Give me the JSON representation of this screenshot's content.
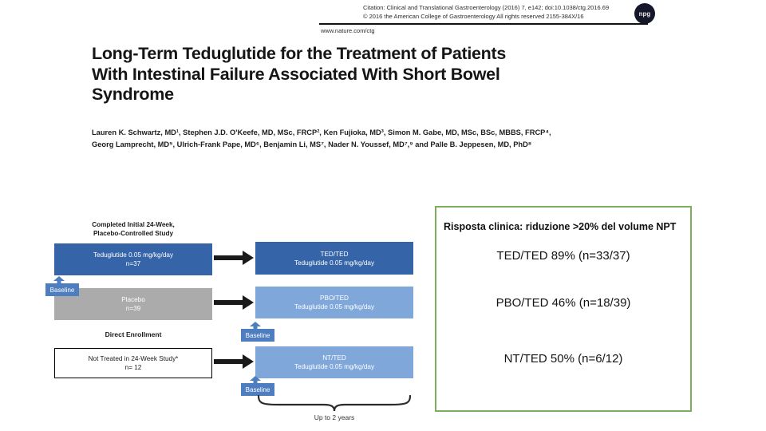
{
  "colors": {
    "dark-blue": "#3565A8",
    "light-blue": "#7FA7DA",
    "gray": "#ABABAB",
    "baseline-blue": "#4E7DC0",
    "green-border": "#7CAE5E",
    "arrow-black": "#1a1a1a"
  },
  "paper": {
    "citation_line1": "Citation: Clinical and Translational Gastroenterology (2016) 7, e142; doi:10.1038/ctg.2016.69",
    "citation_line2": "© 2016 the American College of Gastroenterology   All rights reserved 2155-384X/16",
    "url": "www.nature.com/ctg",
    "logo_text": "npg",
    "title_lines": [
      "Long-Term Teduglutide for the Treatment of Patients",
      "With Intestinal Failure Associated With Short Bowel",
      "Syndrome"
    ],
    "authors_line1": "Lauren K. Schwartz, MD¹, Stephen J.D. O'Keefe, MD, MSc, FRCP², Ken Fujioka, MD³, Simon M. Gabe, MD, MSc, BSc, MBBS, FRCP⁴,",
    "authors_line2": "Georg Lamprecht, MD⁵, Ulrich-Frank Pape, MD⁶, Benjamin Li, MS⁷, Nader N. Youssef, MD⁷,⁹ and Palle B. Jeppesen, MD, PhD⁸"
  },
  "diagram": {
    "header": "Completed Initial 24-Week,\nPlacebo-Controlled Study",
    "baseline_label": "Baseline",
    "direct_enrollment": "Direct Enrollment",
    "duration": "Up to 2 years",
    "boxes": {
      "ted": "Teduglutide 0.05 mg/kg/day\nn=37",
      "pbo": "Placebo\nn=39",
      "nt": "Not Treated in 24-Week Study*\nn= 12",
      "ted_ted": "TED/TED\nTeduglutide 0.05 mg/kg/day",
      "pbo_ted": "PBO/TED\nTeduglutide 0.05 mg/kg/day",
      "nt_ted": "NT/TED\nTeduglutide 0.05 mg/kg/day"
    }
  },
  "results": {
    "title": "Risposta clinica: riduzione >20% del volume NPT",
    "lines": [
      "TED/TED 89% (n=33/37)",
      "PBO/TED 46% (n=18/39)",
      "NT/TED 50% (n=6/12)"
    ]
  }
}
